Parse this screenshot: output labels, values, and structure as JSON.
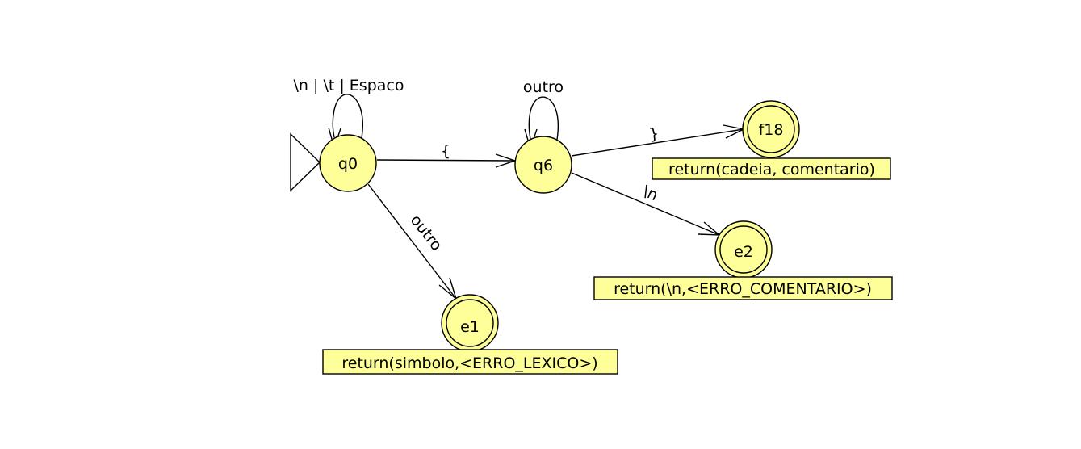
{
  "colors": {
    "state_fill": "#ffff99",
    "stroke": "#000000",
    "background": "#ffffff"
  },
  "states": {
    "q0": {
      "label": "q0",
      "initial": true,
      "accepting": false
    },
    "q6": {
      "label": "q6",
      "initial": false,
      "accepting": false
    },
    "f18": {
      "label": "f18",
      "initial": false,
      "accepting": true
    },
    "e1": {
      "label": "e1",
      "initial": false,
      "accepting": true
    },
    "e2": {
      "label": "e2",
      "initial": false,
      "accepting": true
    }
  },
  "transitions": {
    "q0_loop": {
      "from": "q0",
      "to": "q0",
      "label": "\\n | \\t | Espaco"
    },
    "q0_q6": {
      "from": "q0",
      "to": "q6",
      "label": "{"
    },
    "q0_e1": {
      "from": "q0",
      "to": "e1",
      "label": "outro"
    },
    "q6_loop": {
      "from": "q6",
      "to": "q6",
      "label": "outro"
    },
    "q6_f18": {
      "from": "q6",
      "to": "f18",
      "label": "}"
    },
    "q6_e2": {
      "from": "q6",
      "to": "e2",
      "label": "\\n"
    }
  },
  "outputs": {
    "f18": "return(cadeia, comentario)",
    "e1": "return(simbolo,<ERRO_LEXICO>)",
    "e2": "return(\\n,<ERRO_COMENTARIO>)"
  }
}
